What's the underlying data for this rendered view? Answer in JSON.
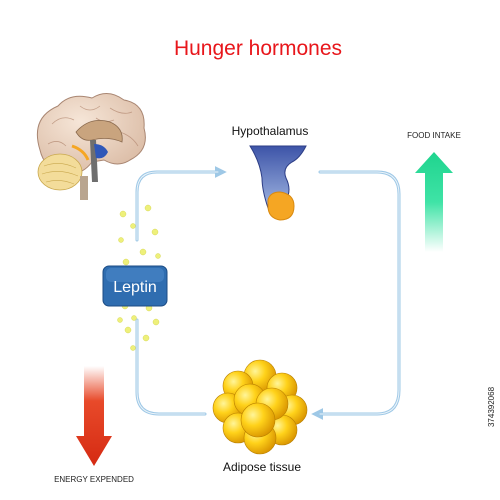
{
  "title": "Hunger hormones",
  "labels": {
    "hypothalamus": "Hypothalamus",
    "food_intake": "FOOD INTAKE",
    "leptin": "Leptin",
    "adipose_tissue": "Adipose tissue",
    "energy_expended": "ENERGY EXPENDED",
    "side_id": "374392068"
  },
  "colors": {
    "title": "#e8161b",
    "cycle_arrow": "#9ec8e6",
    "leptin_box": "#2f6db0",
    "leptin_dots": "#eef07a",
    "food_arrow": "#3fe3a6",
    "energy_arrow": "#e0301a",
    "adipose": "#f5c000"
  },
  "icons": [
    "brain-icon",
    "hypothalamus-icon",
    "adipose-cells-icon"
  ]
}
